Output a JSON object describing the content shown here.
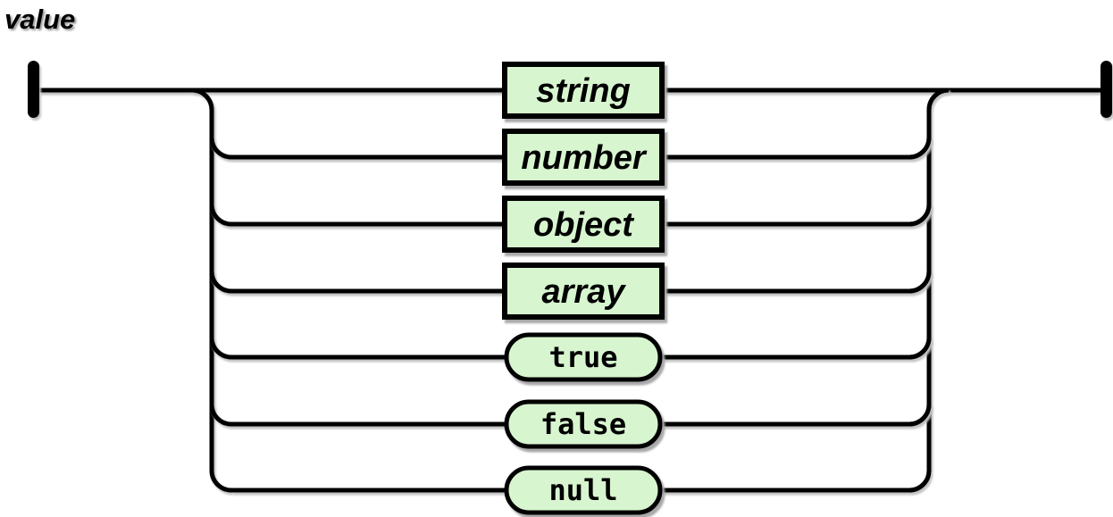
{
  "title": "value",
  "diagram": {
    "type": "railroad-syntax-diagram",
    "rule_name": "value",
    "alternatives": [
      "string",
      "number",
      "object",
      "array",
      "true",
      "false",
      "null"
    ],
    "nodes": [
      {
        "label": "string",
        "kind": "nonterminal",
        "shape": "rectangle"
      },
      {
        "label": "number",
        "kind": "nonterminal",
        "shape": "rectangle"
      },
      {
        "label": "object",
        "kind": "nonterminal",
        "shape": "rectangle"
      },
      {
        "label": "array",
        "kind": "nonterminal",
        "shape": "rectangle"
      },
      {
        "label": "true",
        "kind": "terminal",
        "shape": "pill"
      },
      {
        "label": "false",
        "kind": "terminal",
        "shape": "pill"
      },
      {
        "label": "null",
        "kind": "terminal",
        "shape": "pill"
      }
    ],
    "colors": {
      "node_fill": "#d7f5cf",
      "line": "#000000",
      "background": "#ffffff",
      "shadow": "#a8a8a8"
    }
  }
}
